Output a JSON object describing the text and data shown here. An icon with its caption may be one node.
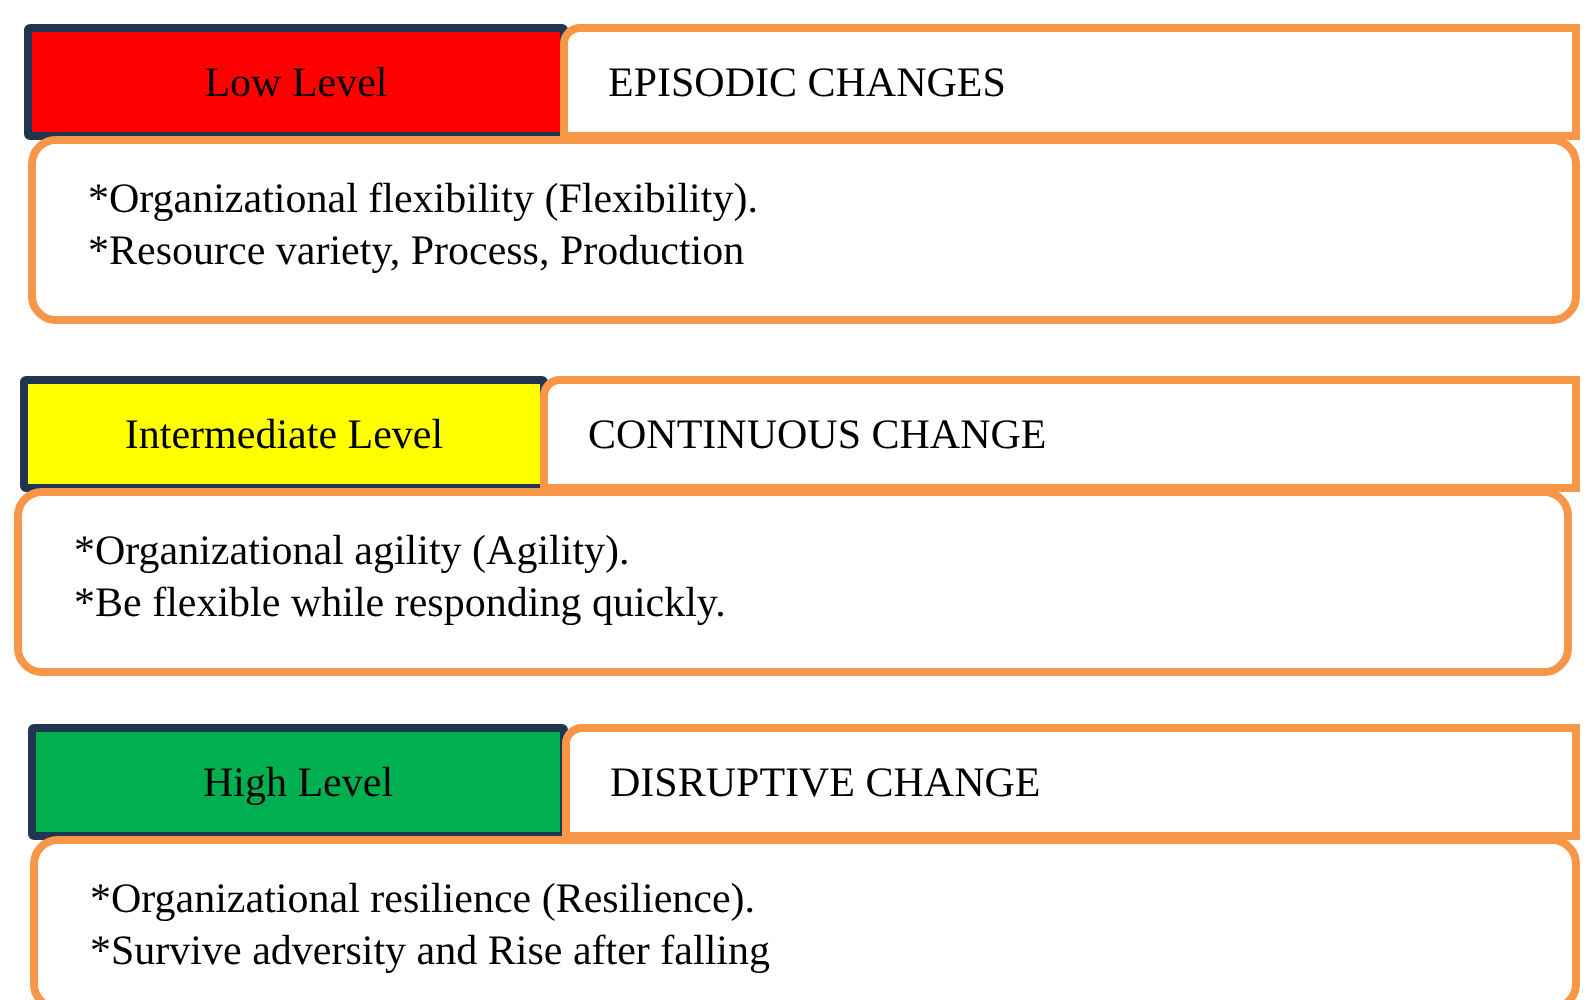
{
  "diagram": {
    "nodes": [
      {
        "text": [
          "Low Level"
        ]
      },
      {
        "text": [
          "EPISODIC CHANGES"
        ]
      },
      {
        "text": [
          "*Organizational flexibility (Flexibility).",
          "*Resource variety, Process, Production"
        ]
      },
      {
        "text": [
          "Intermediate Level"
        ]
      },
      {
        "text": [
          "CONTINUOUS CHANGE"
        ]
      },
      {
        "text": [
          "*Organizational agility (Agility).",
          "*Be flexible while responding quickly."
        ]
      },
      {
        "text": [
          "High Level"
        ]
      },
      {
        "text": [
          "DISRUPTIVE CHANGE"
        ]
      },
      {
        "text": [
          "*Organizational resilience (Resilience).",
          "*Survive adversity and Rise after falling"
        ]
      }
    ]
  }
}
